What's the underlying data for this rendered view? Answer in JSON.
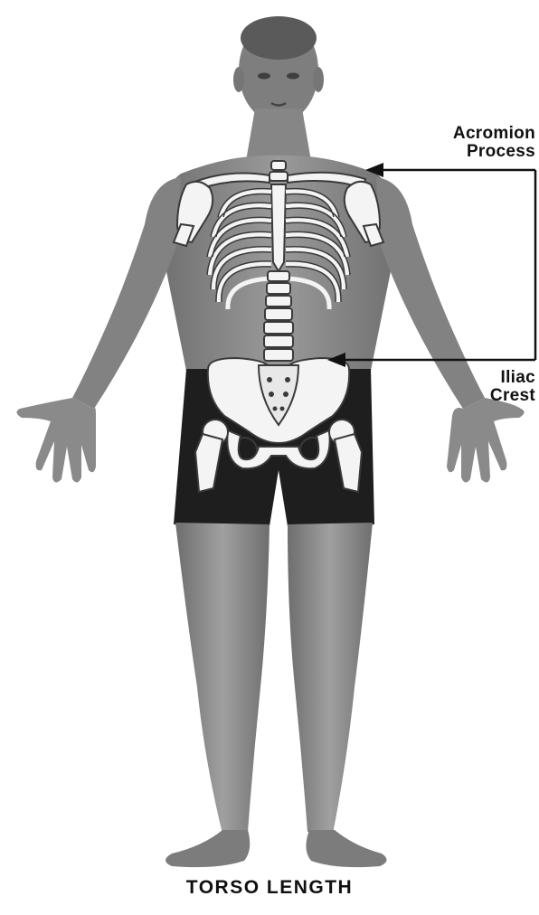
{
  "labels": {
    "acromion_line1": "Acromion",
    "acromion_line2": "Process",
    "iliac_line1": "Iliac",
    "iliac_line2": "Crest"
  },
  "caption": "TORSO LENGTH",
  "colors": {
    "skin": "#8c8c8c",
    "skin_shadow": "#6a6a6a",
    "bone": "#f4f4f4",
    "bone_outline": "#3a3a3a",
    "shorts": "#1e1e1e",
    "arrow": "#111111",
    "background": "#ffffff"
  }
}
